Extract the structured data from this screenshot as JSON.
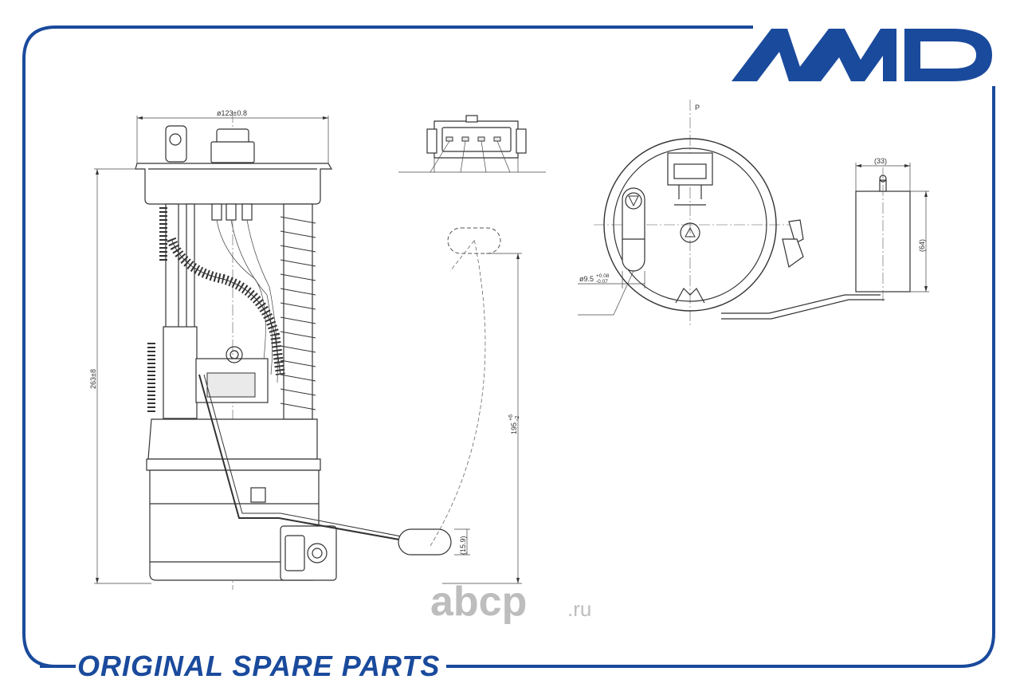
{
  "brand": {
    "logo_text": "AMD",
    "color": "#1a4a9c"
  },
  "footer": {
    "text": "ORIGINAL SPARE PARTS"
  },
  "watermark": {
    "text": "abcp",
    "suffix": ".ru"
  },
  "dimensions": {
    "diameter_flange": "ø123±0.8",
    "height_total": "263±8",
    "float_arm": "195",
    "float_arm_tol_upper": "+6",
    "float_arm_tol_lower": "-2",
    "float_size": "(15.9)",
    "outlet_diameter": "ø9.5",
    "outlet_tol_upper": "+0.08",
    "outlet_tol_lower": "-0.07",
    "sender_width": "(33)",
    "sender_height": "(64)",
    "top_view_label": "P"
  },
  "colors": {
    "frame": "#1a4a9c",
    "drawing": "#333333",
    "watermark": "#bdbdbd"
  }
}
